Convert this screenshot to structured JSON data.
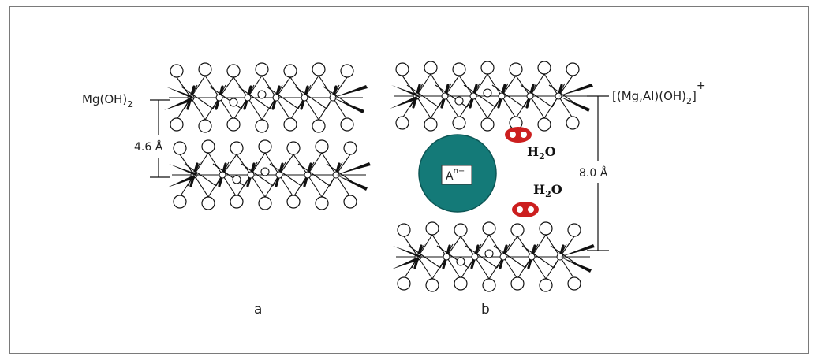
{
  "panel_a": {
    "layer_label": "Mg(OH)",
    "layer_label_sub": "2",
    "spacing": "4.6 Å",
    "caption": "a"
  },
  "panel_b": {
    "layer_label_pre": "[(Mg,Al)(OH)",
    "layer_label_sub": "2",
    "layer_label_post": "]",
    "layer_charge": "+",
    "spacing": "8.0 Å",
    "anion_base": "A",
    "anion_charge": "n−",
    "water_1": "H",
    "water_1_sub": "2",
    "water_1_post": "O",
    "water_2": "H",
    "water_2_sub": "2",
    "water_2_post": "O",
    "caption": "b"
  },
  "colors": {
    "anion": "#147a78",
    "water": "#cc1f1f",
    "lines": "#111111"
  }
}
